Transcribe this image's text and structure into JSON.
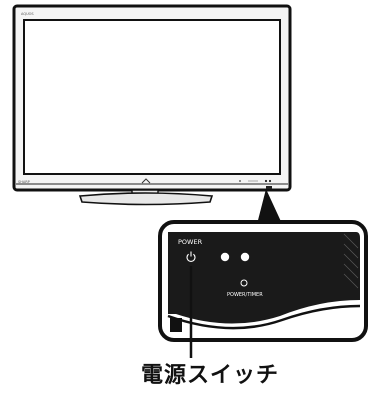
{
  "tv": {
    "brand_small": "AQUOS",
    "logo_small": "SHARP"
  },
  "panel": {
    "power_label": "POWER",
    "power_timer_label": "POWER/TIMER"
  },
  "callout": {
    "label": "電源スイッチ"
  }
}
